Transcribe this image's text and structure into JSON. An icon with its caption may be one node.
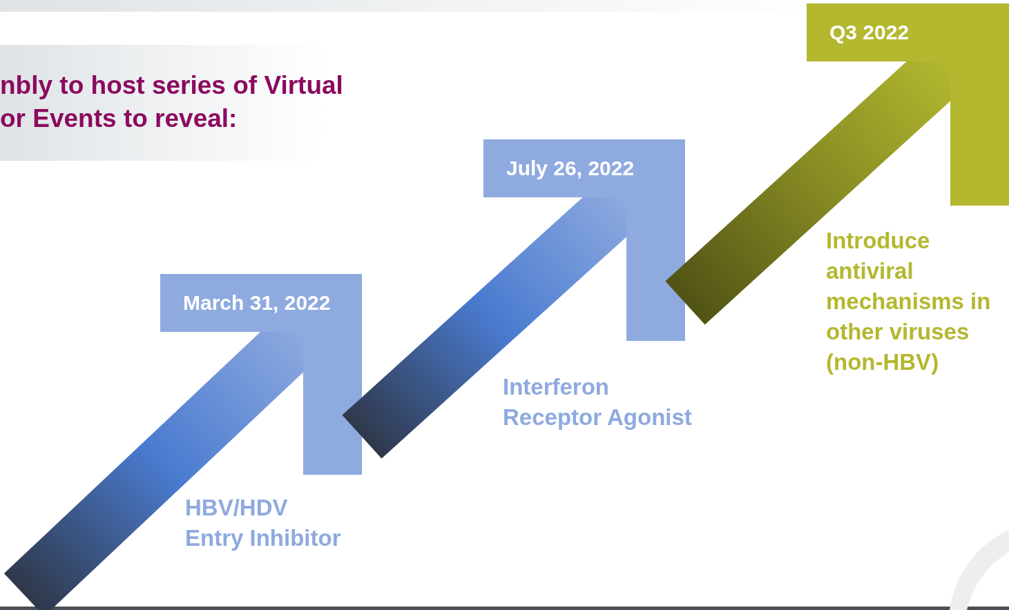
{
  "diagram": {
    "title": "nbly to host series of Virtual or Events to reveal:",
    "nodes": [
      {
        "text": [
          "March 31, 2022"
        ]
      },
      {
        "text": [
          "July 26, 2022"
        ]
      },
      {
        "text": [
          "Q3 2022"
        ]
      }
    ],
    "labels": [
      "HBV/HDV Entry Inhibitor",
      "Interferon Receptor Agonist",
      "Introduce antiviral mechanisms in other viruses (non-HBV)"
    ]
  }
}
